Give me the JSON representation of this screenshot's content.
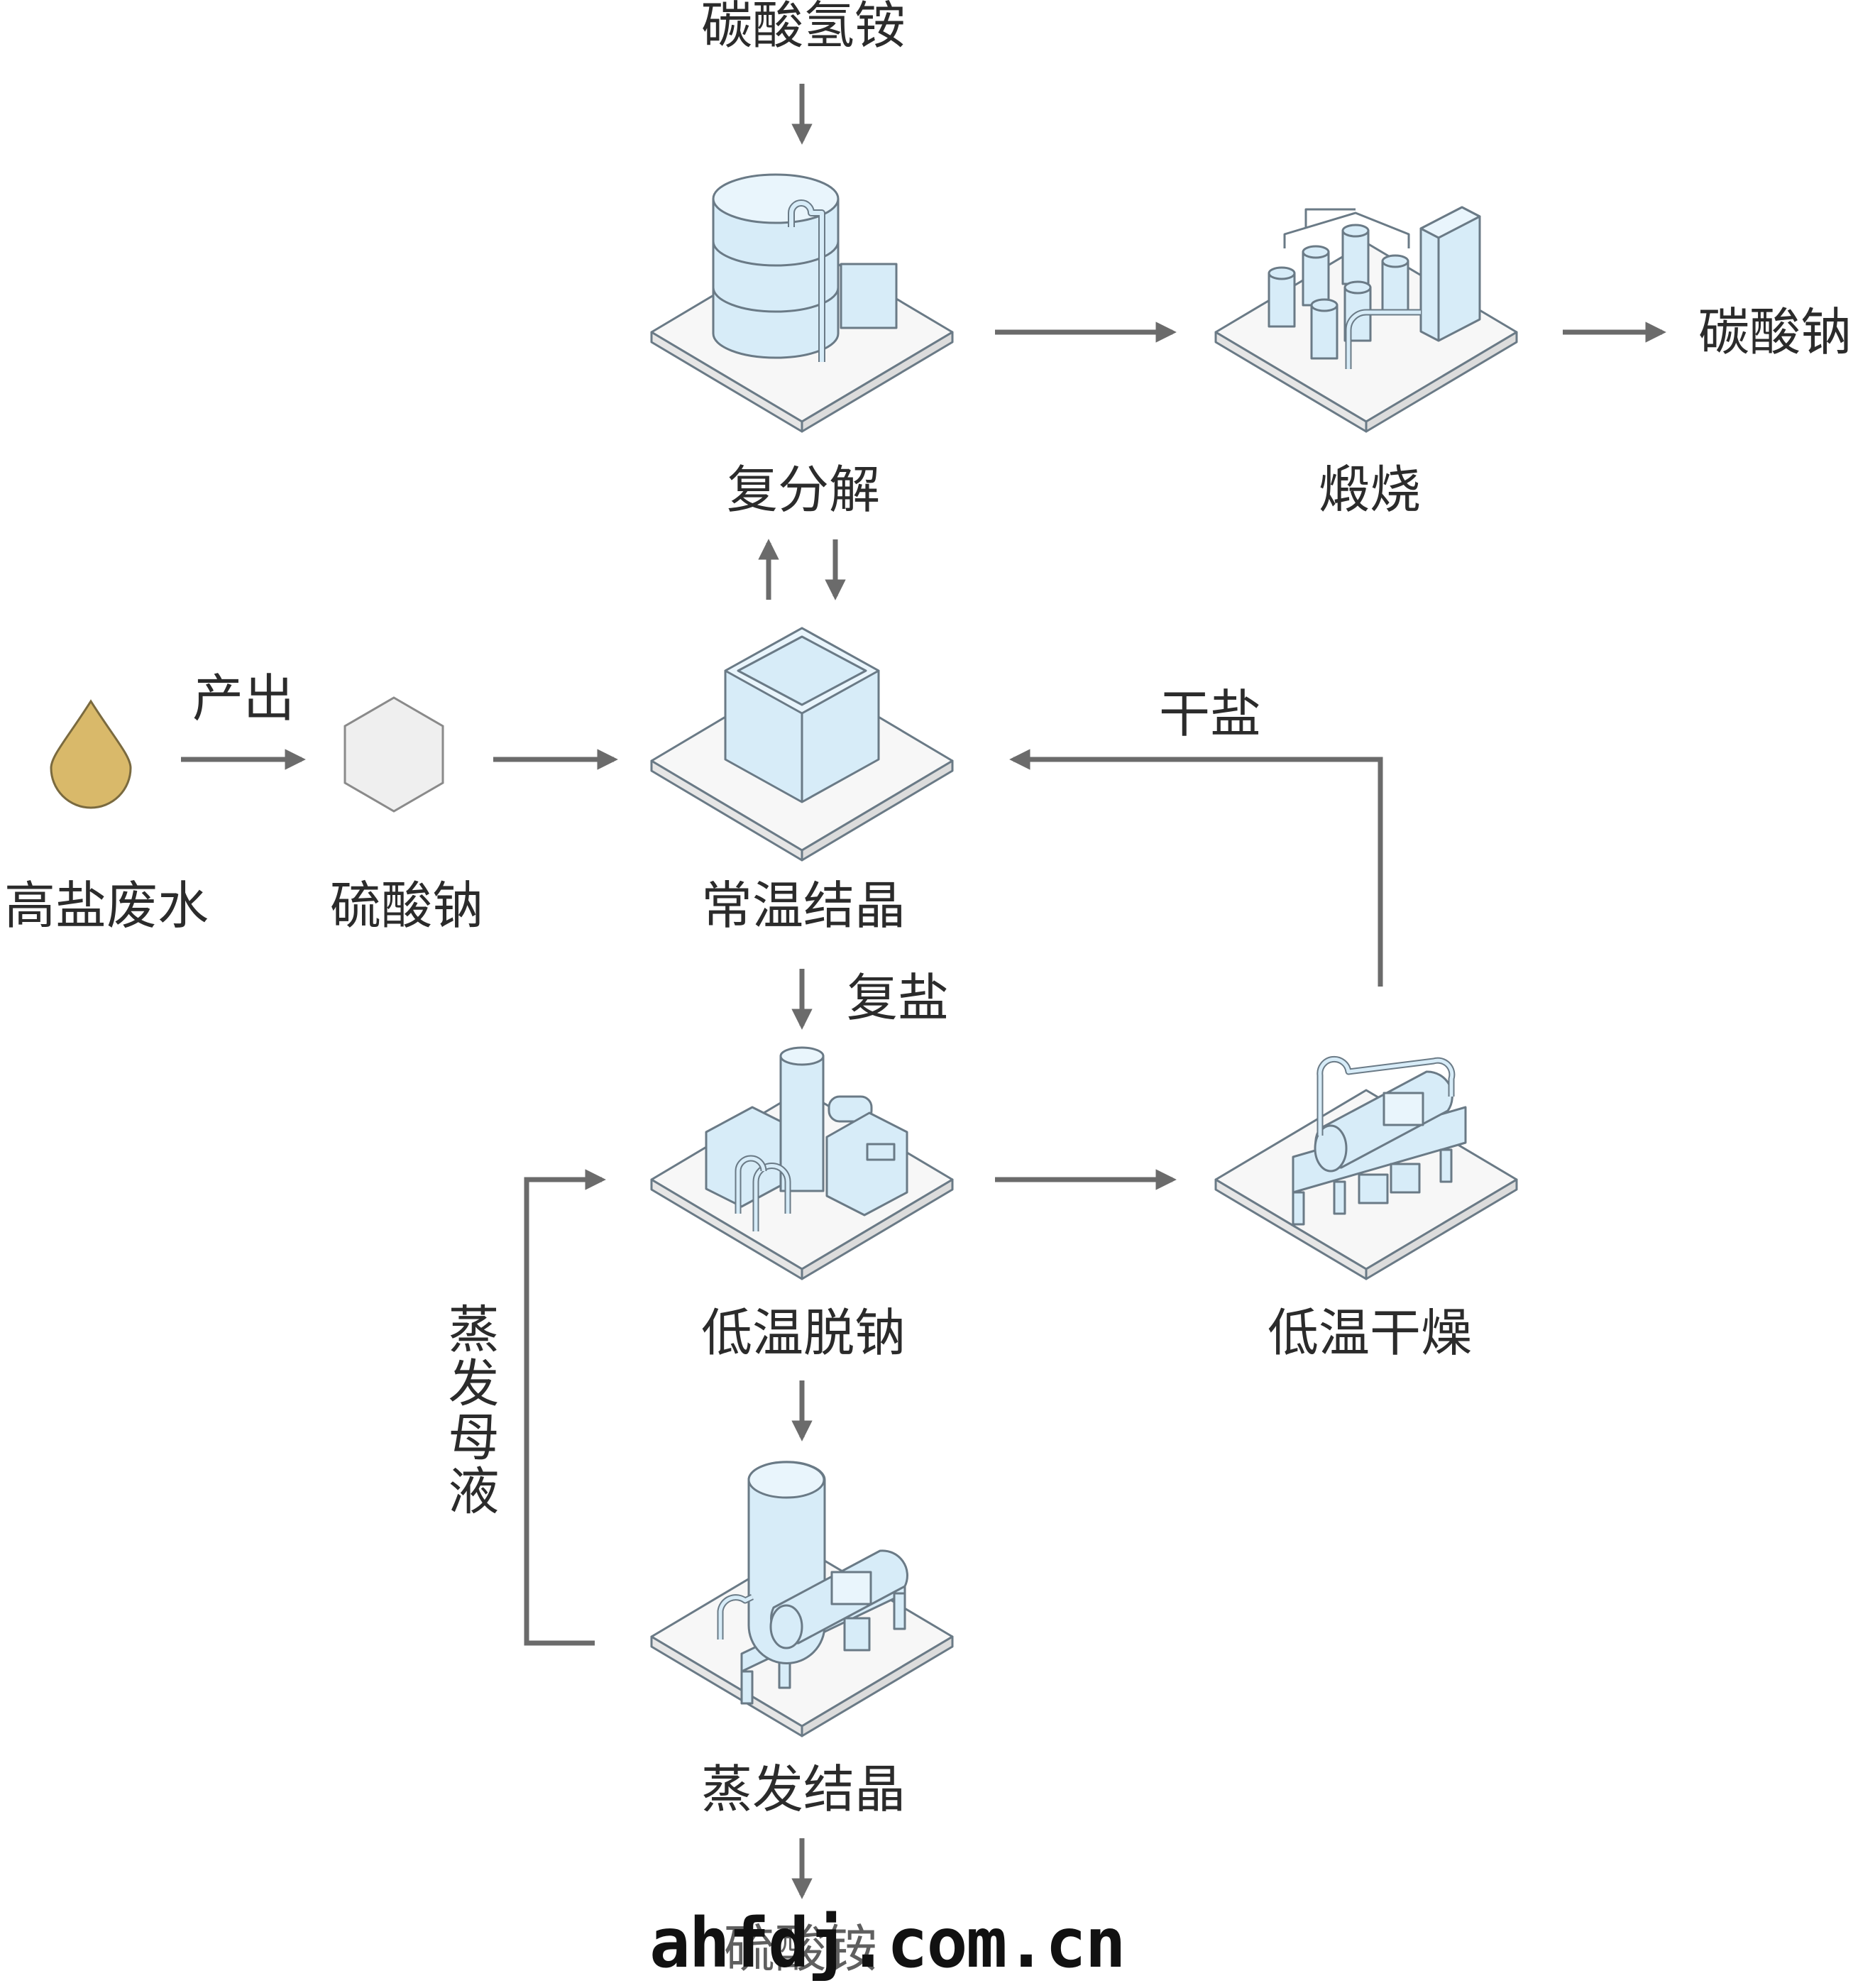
{
  "labels": {
    "nh4hco3": "碳酸氢铵",
    "metathesis": "复分解",
    "calcination": "煅烧",
    "na2co3": "碳酸钠",
    "wastewater": "高盐废水",
    "produce": "产出",
    "na2so4": "硫酸钠",
    "room_cryst": "常温结晶",
    "dry_salt": "干盐",
    "double_salt": "复盐",
    "low_temp_desodium": "低温脱钠",
    "low_temp_dry": "低温干燥",
    "mother_liquor": "蒸发母液",
    "evap_cryst": "蒸发结晶",
    "nh4so4": "硫酸铵"
  },
  "watermark": "ahfdj.com.cn",
  "colors": {
    "equipment_fill": "#d7ecf8",
    "equipment_stroke": "#6a7a86",
    "platform_fill": "#f7f7f7",
    "arrow": "#6b6b6b",
    "droplet": "#d9b96a",
    "hexagon": "#efefef"
  }
}
